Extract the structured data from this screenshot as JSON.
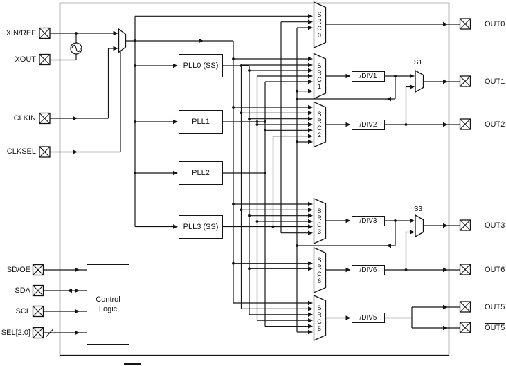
{
  "colors": {
    "line": "#141414",
    "background": "#ffffff"
  },
  "icons": {
    "pad": "x-square",
    "oscillator": "sine-wave-circle"
  },
  "left_pins_top": [
    {
      "label": "XIN/REF"
    },
    {
      "label": "XOUT"
    },
    {
      "label": "CLKIN"
    },
    {
      "label": "CLKSEL"
    }
  ],
  "left_pins_bottom": [
    {
      "label": "SD/OE"
    },
    {
      "label": "SDA"
    },
    {
      "label": "SCL"
    },
    {
      "label": "SEL[2:0]"
    }
  ],
  "plls": [
    {
      "label": "PLL0 (SS)"
    },
    {
      "label": "PLL1"
    },
    {
      "label": "PLL2"
    },
    {
      "label": "PLL3 (SS)"
    }
  ],
  "src_muxes": [
    {
      "label": "SRC0"
    },
    {
      "label": "SRC1"
    },
    {
      "label": "SRC2"
    },
    {
      "label": "SRC3"
    },
    {
      "label": "SRC6"
    },
    {
      "label": "SRC5"
    }
  ],
  "dividers": [
    {
      "label": "/DIV1"
    },
    {
      "label": "/DIV2"
    },
    {
      "label": "/DIV3"
    },
    {
      "label": "/DIV6"
    },
    {
      "label": "/DIV5"
    }
  ],
  "output_muxes": [
    {
      "label": "S1"
    },
    {
      "label": "S3"
    }
  ],
  "control_logic": {
    "line1": "Control",
    "line2": "Logic"
  },
  "outputs": [
    {
      "label": "OUT0",
      "active_low": false
    },
    {
      "label": "OUT1",
      "active_low": false
    },
    {
      "label": "OUT2",
      "active_low": false
    },
    {
      "label": "OUT3",
      "active_low": false
    },
    {
      "label": "OUT6",
      "active_low": false
    },
    {
      "label": "OUT5",
      "active_low": false
    },
    {
      "label": "OUT5",
      "active_low": true
    }
  ]
}
